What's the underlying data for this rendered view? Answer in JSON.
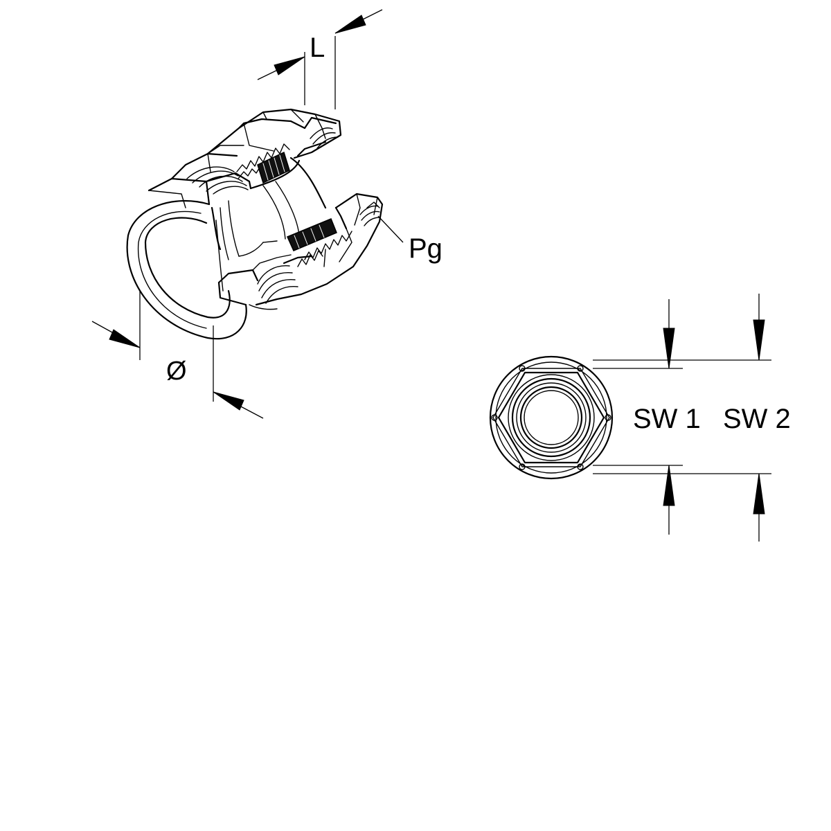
{
  "labels": {
    "length": "L",
    "thread": "Pg",
    "diameter": "Ø",
    "width_across_flats_1": "SW 1",
    "width_across_flats_2": "SW 2"
  },
  "colors": {
    "line": "#000000",
    "background": "#ffffff",
    "seal_fill": "#111111"
  }
}
